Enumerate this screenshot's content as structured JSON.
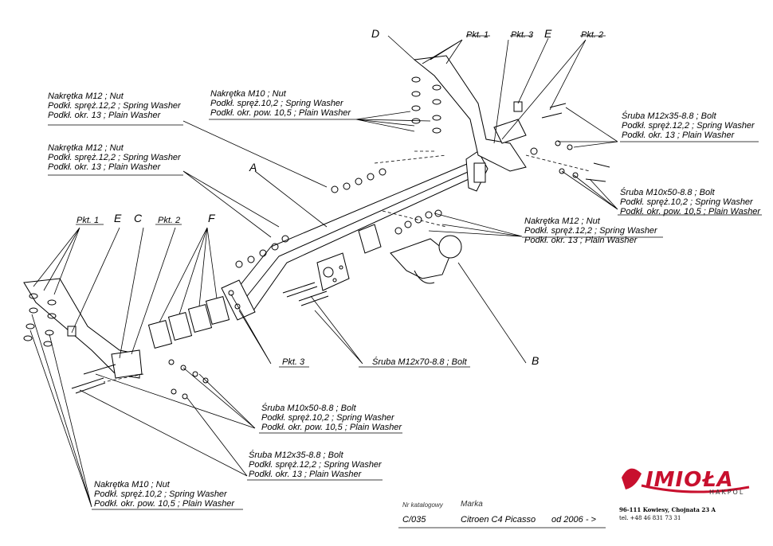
{
  "labels": {
    "d": "D",
    "e_top": "E",
    "pkt1_top": "Pkt. 1",
    "pkt3_top": "Pkt. 3",
    "pkt2_top": "Pkt. 2",
    "a": "A",
    "b": "B",
    "pkt1_left": "Pkt. 1",
    "e_left": "E",
    "c_left": "C",
    "pkt2_left": "Pkt. 2",
    "f_left": "F",
    "pkt3_bottom": "Pkt. 3"
  },
  "callouts": {
    "nut_m12_a": [
      "Nakrętka M12 ; Nut",
      "Podkł. spręż.12,2 ; Spring Washer",
      "Podkł. okr. 13 ; Plain Washer"
    ],
    "nut_m10_top": [
      "Nakrętka M10 ; Nut",
      "Podkł. spręż.10,2 ; Spring Washer",
      "Podkł. okr. pow. 10,5 ; Plain Washer"
    ],
    "nut_m12_b": [
      "Nakrętka M12 ; Nut",
      "Podkł. spręż.12,2 ; Spring Washer",
      "Podkł. okr. 13 ; Plain Washer"
    ],
    "bolt_m12x35_right": [
      "Śruba M12x35-8.8 ; Bolt",
      "Podkł. spręż.12,2 ; Spring Washer",
      "Podkł. okr. 13 ; Plain Washer"
    ],
    "bolt_m10x50_right": [
      "Śruba M10x50-8.8 ; Bolt",
      "Podkł. spręż.10,2 ; Spring Washer",
      "Podkł. okr. pow. 10,5 ; Plain Washer"
    ],
    "nut_m12_right": [
      "Nakrętka M12 ; Nut",
      "Podkł. spręż.12,2 ; Spring Washer",
      "Podkł. okr. 13 ; Plain Washer"
    ],
    "bolt_m12x70": "Śruba M12x70-8.8 ; Bolt",
    "bolt_m10x50_bottom": [
      "Śruba M10x50-8.8 ; Bolt",
      "Podkł. spręż.10,2 ; Spring Washer",
      "Podkł. okr. pow. 10,5 ; Plain Washer"
    ],
    "bolt_m12x35_bottom": [
      "Śruba M12x35-8.8 ; Bolt",
      "Podkł. spręż.12,2 ; Spring Washer",
      "Podkł. okr. 13 ; Plain Washer"
    ],
    "nut_m10_bottom": [
      "Nakrętka M10 ; Nut",
      "Podkł. spręż.10,2 ; Spring Washer",
      "Podkł. okr. pow. 10,5 ; Plain Washer"
    ]
  },
  "footer": {
    "catalog_label": "Nr katalogowy",
    "catalog_value": "C/035",
    "brand_label": "Marka",
    "vehicle": "Citroen C4 Picasso",
    "year": "od 2006 - >"
  },
  "company": {
    "logo_text": "IMIOŁA",
    "logo_sub": "HAKPOL",
    "address": "96-111 Kowiesy, Chojnata 23 A",
    "phone": "tel. +48 46 831 73 31",
    "brand_color": "#c8102e"
  }
}
